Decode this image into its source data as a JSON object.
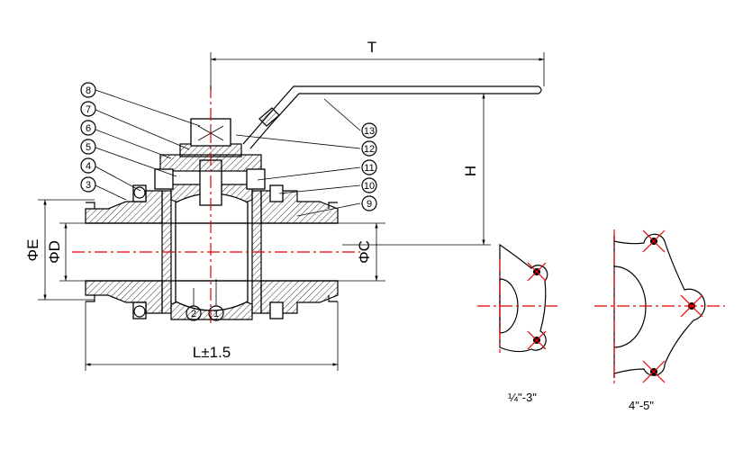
{
  "dimensions": {
    "T": "T",
    "H": "H",
    "E": "ΦE",
    "D": "ΦD",
    "C": "ΦC",
    "L": "L±1.5"
  },
  "callouts": [
    "1",
    "2",
    "3",
    "4",
    "5",
    "6",
    "7",
    "8",
    "9",
    "10",
    "11",
    "12",
    "13"
  ],
  "captions": {
    "small": "¼\"-3\"",
    "large": "4\"-5\""
  }
}
